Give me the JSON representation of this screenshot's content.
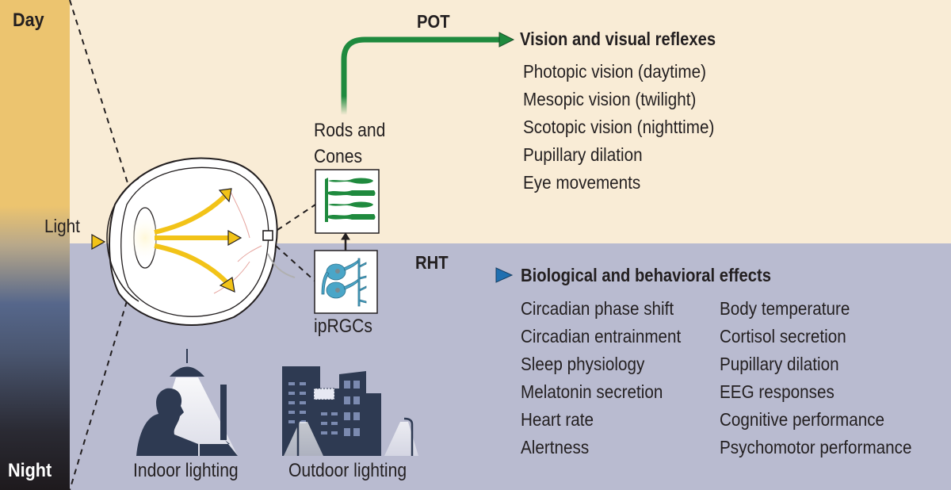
{
  "time_axis": {
    "day_label": "Day",
    "night_label": "Night"
  },
  "input": {
    "light_label": "Light"
  },
  "photoreceptors": {
    "rods_cones_label_line1": "Rods and",
    "rods_cones_label_line2": "Cones",
    "iprgc_label": "ipRGCs"
  },
  "pathways": {
    "pot": {
      "label": "POT",
      "target_heading": "Vision and visual reflexes",
      "effects": [
        "Photopic vision (daytime)",
        "Mesopic vision (twilight)",
        "Scotopic vision (nighttime)",
        "Pupillary dilation",
        "Eye movements"
      ],
      "color": "#1f8a3e"
    },
    "rht": {
      "label": "RHT",
      "target_heading": "Biological and behavioral effects",
      "effects_col1": [
        "Circadian phase shift",
        "Circadian entrainment",
        "Sleep physiology",
        "Melatonin secretion",
        "Heart rate",
        "Alertness"
      ],
      "effects_col2": [
        "Body temperature",
        "Cortisol secretion",
        "Pupillary dilation",
        "EEG responses",
        "Cognitive performance",
        "Psychomotor performance"
      ],
      "color": "#1f6fb0"
    }
  },
  "light_sources": {
    "indoor_label": "Indoor lighting",
    "outdoor_label": "Outdoor lighting"
  },
  "colors": {
    "day_bg": "#f9ecd6",
    "night_bg": "#b9bbd0",
    "light_arrow": "#f2c318",
    "silhouette": "#2e3a52"
  }
}
